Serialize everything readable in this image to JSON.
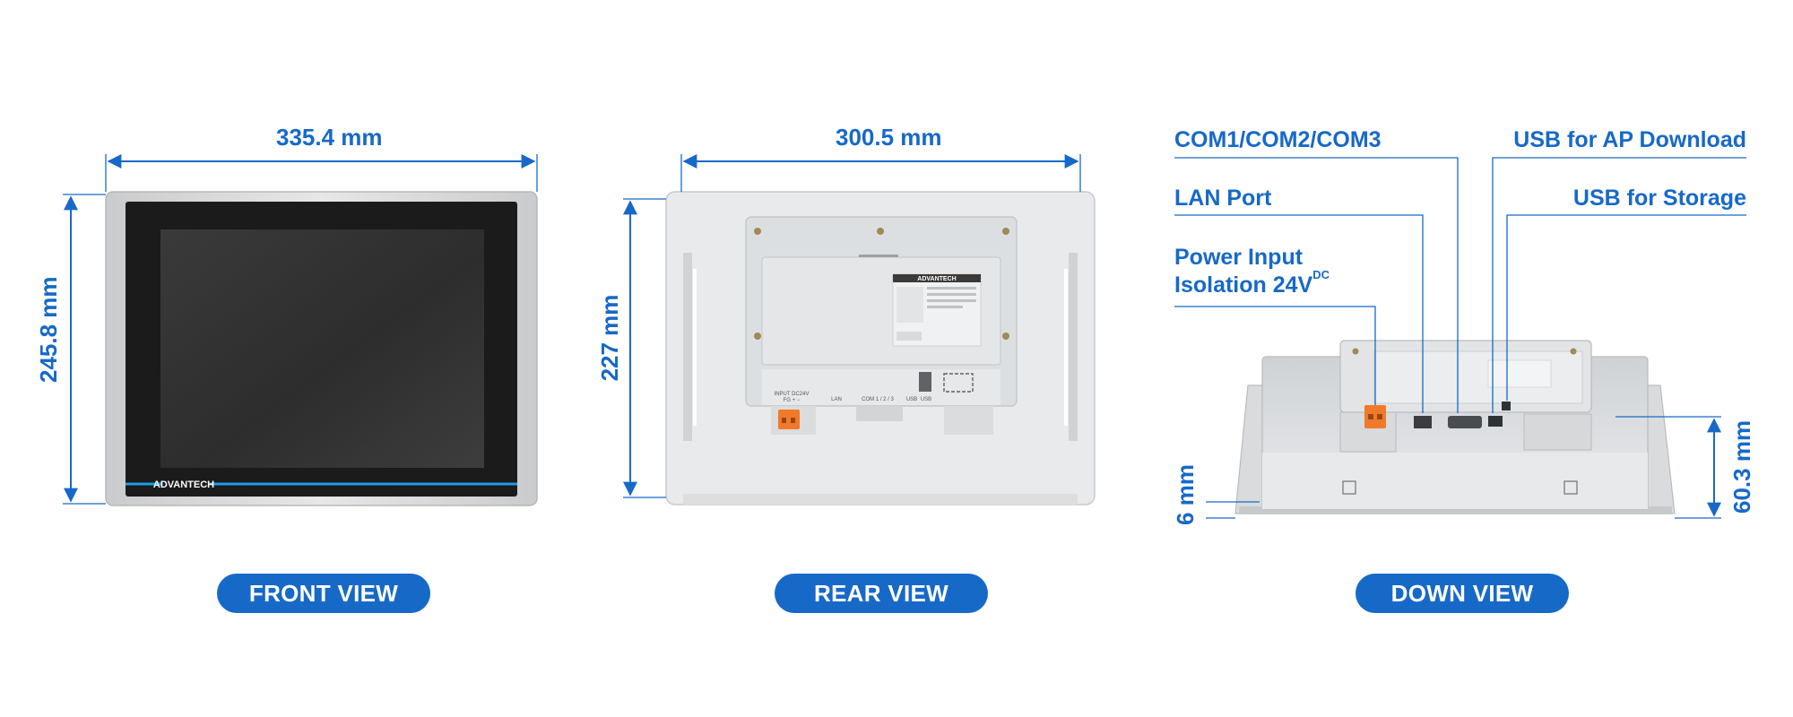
{
  "dimensions": {
    "front_width": "335.4 mm",
    "front_height": "245.8 mm",
    "rear_width": "300.5 mm",
    "rear_height": "227 mm",
    "down_depth": "60.3 mm",
    "down_bezel": "6 mm"
  },
  "callouts": {
    "com_ports": "COM1/COM2/COM3",
    "lan_port": "LAN Port",
    "power_line1": "Power Input",
    "power_line2": "Isolation 24V",
    "power_sup": "DC",
    "usb_ap": "USB for AP Download",
    "usb_storage": "USB for Storage"
  },
  "views": {
    "front": "FRONT VIEW",
    "rear": "REAR VIEW",
    "down": "DOWN VIEW"
  },
  "device": {
    "brand": "ADVANTECH",
    "rear_labels": {
      "input": "INPUT DC24V",
      "input_sub": "FG  +  −",
      "lan": "LAN",
      "com": "COM 1 / 2 / 3",
      "usb1": "USB",
      "usb2": "USB"
    }
  },
  "colors": {
    "accent": "#1769c8",
    "screen": "#2b2b2b",
    "bezel_dark": "#1a1a1a",
    "frame": "#d4d6d8",
    "rear_body": "#e8eaec",
    "connector": "#f07a2a",
    "stripe": "#1e9ee0"
  }
}
